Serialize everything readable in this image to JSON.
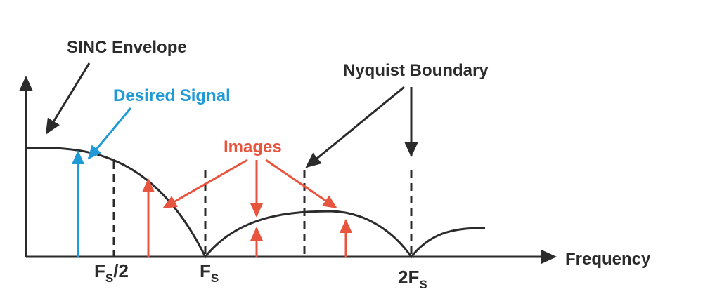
{
  "labels": {
    "sinc_envelope": "SINC Envelope",
    "desired_signal": "Desired Signal",
    "images": "Images",
    "nyquist_boundary": "Nyquist Boundary",
    "frequency": "Frequency",
    "fs_half_main": "F",
    "fs_half_sub": "S",
    "fs_half_tail": "/2",
    "fs_main": "F",
    "fs_sub": "S",
    "two_fs_main": "2F",
    "two_fs_sub": "S"
  },
  "colors": {
    "axis": "#2b2b2b",
    "desired": "#1e9ad6",
    "images": "#e8553f"
  }
}
